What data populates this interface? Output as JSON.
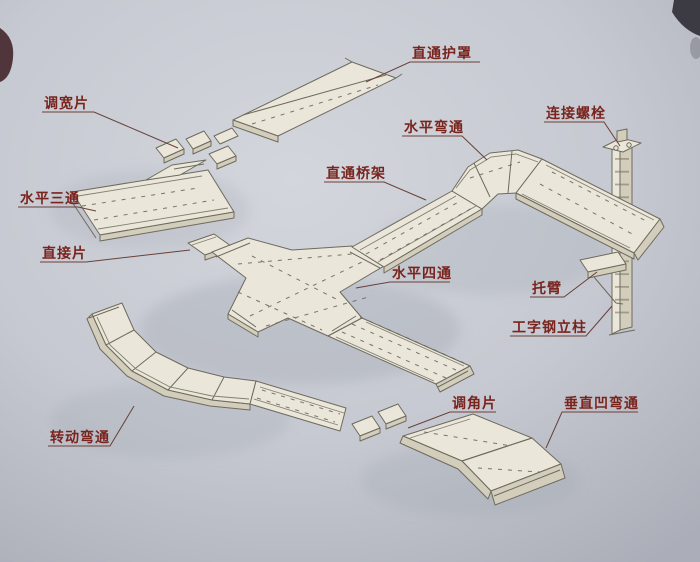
{
  "figure": {
    "type": "isometric-diagram",
    "subject": "cable tray (bridge rack) assembly and components",
    "labels": {
      "straight_cover": "直通护罩",
      "width_adjust_piece": "调宽片",
      "horizontal_tee": "水平三通",
      "direct_piece": "直接片",
      "horizontal_bend": "水平弯通",
      "connecting_bolt": "连接螺栓",
      "straight_tray": "直通桥架",
      "horizontal_cross": "水平四通",
      "bracket_arm": "托臂",
      "i_beam_column": "工字钢立柱",
      "angle_adjust_piece": "调角片",
      "vertical_concave_bend": "垂直凹弯通",
      "rotating_bend": "转动弯通"
    },
    "colors": {
      "background": "#c8ccd4",
      "label_text": "#7a241e",
      "leader_line": "#6a4038",
      "drawing_line": "#6e6a5e",
      "tray_fill": "#eae6d9"
    }
  }
}
